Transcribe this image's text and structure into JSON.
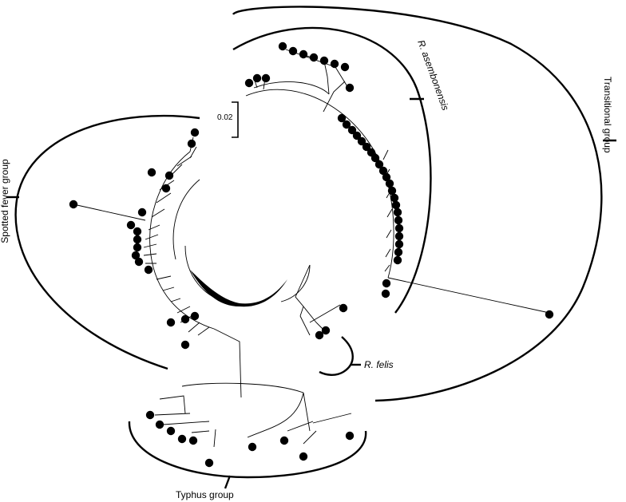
{
  "figure": {
    "labels": {
      "spotted_fever": "Spotted fever group",
      "transitional": "Transitional group",
      "typhus": "Typhus group",
      "asembonensis": "R. asembonensis",
      "felis": "R. felis"
    },
    "scale_bar": {
      "value": "0.02"
    },
    "colors": {
      "ink": "#000000",
      "background": "#ffffff"
    }
  }
}
